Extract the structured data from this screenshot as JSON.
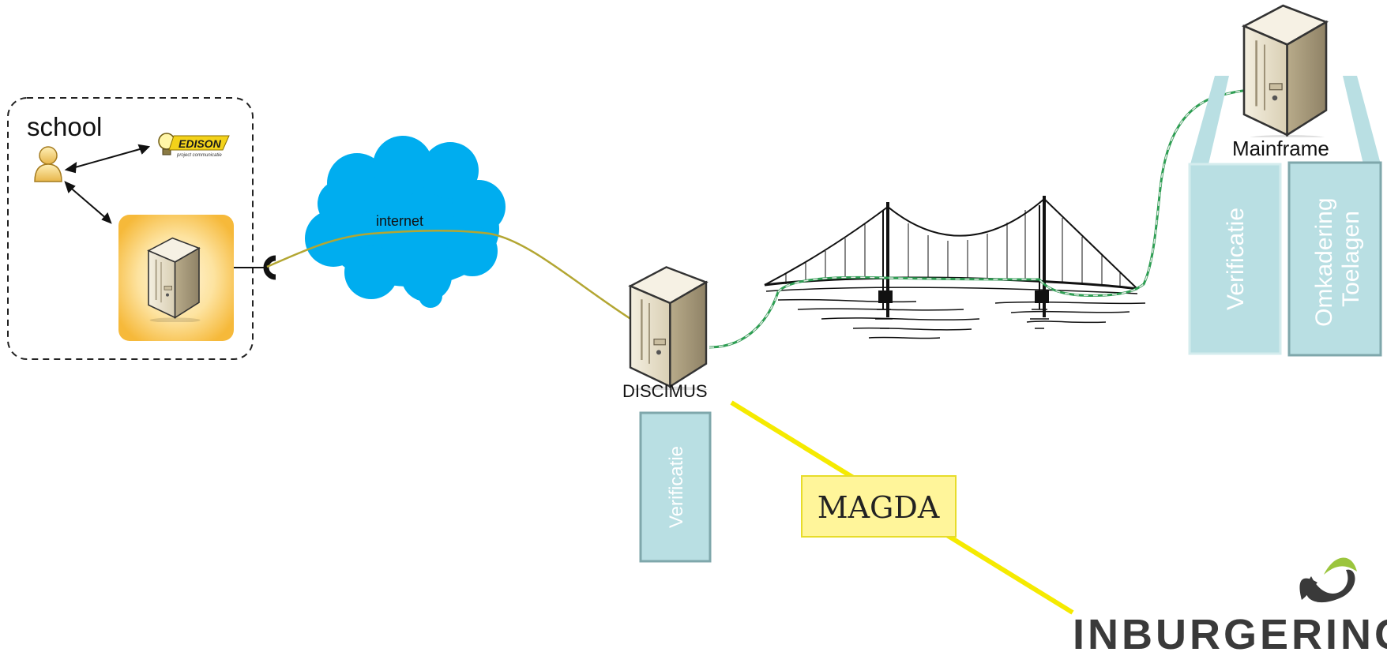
{
  "school": {
    "label": "school",
    "edison_logo": {
      "name": "EDISON",
      "tagline": "project communicatie",
      "icon": "light-bulb-icon"
    }
  },
  "internet": {
    "label": "internet",
    "color": "#00adef"
  },
  "discimus": {
    "label": "DISCIMUS",
    "box_label": "Verificatie"
  },
  "mainframe": {
    "label": "Mainframe",
    "boxes": [
      "Verificatie",
      "Omkadering\nToelagen"
    ]
  },
  "magda": {
    "label": "MAGDA",
    "line_color": "#f5ea00",
    "fill": "#fff59a"
  },
  "inburgering": {
    "label": "inburgering",
    "accent_dark": "#3a3a3a",
    "accent_green": "#9bc53d"
  },
  "colors": {
    "link_internet": "#b3a632",
    "link_secure": "#2e9e53",
    "box_fill": "#b9dfe3",
    "box_stroke": "#7fb3b8",
    "server_highlight": "#fbc94a"
  }
}
